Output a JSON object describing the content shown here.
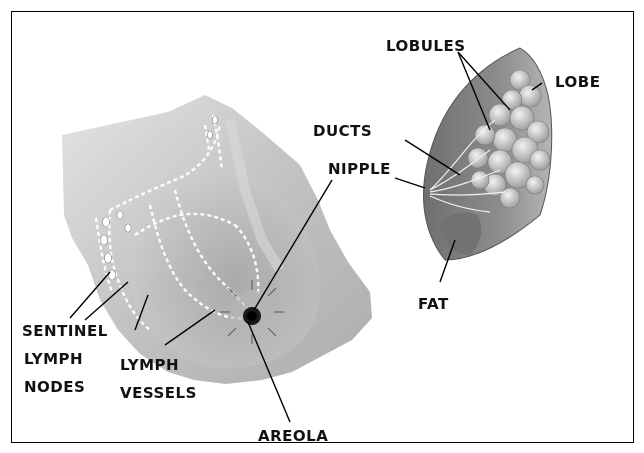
{
  "labels": {
    "lobules": "LOBULES",
    "lobe": "LOBE",
    "ducts": "DUCTS",
    "nipple": "NIPPLE",
    "fat": "FAT",
    "sentinel": "SENTINEL",
    "lymph": "LYMPH",
    "nodes": "NODES",
    "lymph_vessels_1": "LYMPH",
    "lymph_vessels_2": "VESSELS",
    "areola": "AREOLA"
  }
}
